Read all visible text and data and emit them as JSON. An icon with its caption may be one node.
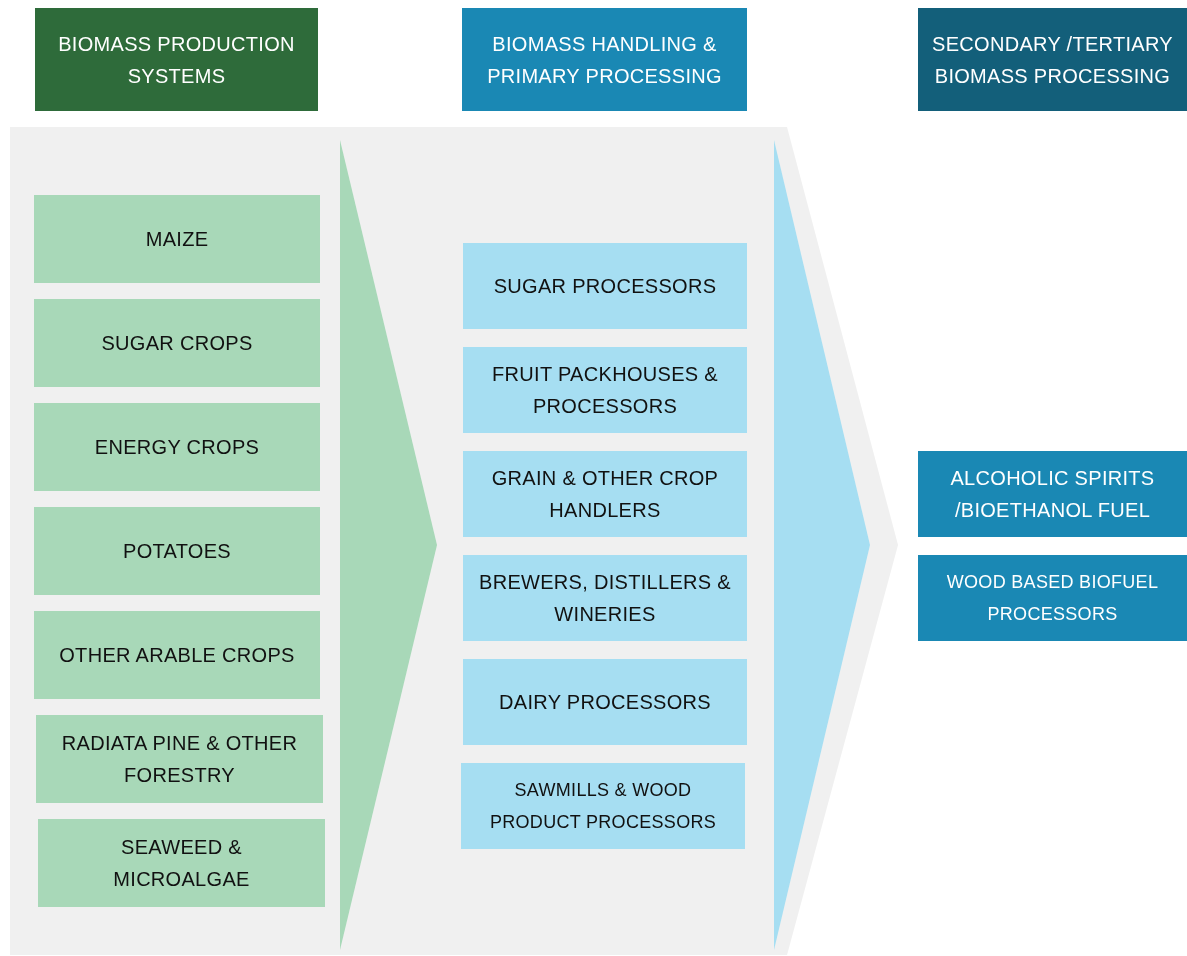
{
  "diagram": {
    "nodes": [
      {
        "text": [
          "BIOMASS PRODUCTION SYSTEMS"
        ]
      },
      {
        "text": [
          "BIOMASS HANDLING & PRIMARY PROCESSING"
        ]
      },
      {
        "text": [
          "SECONDARY /TERTIARY BIOMASS PROCESSING"
        ]
      },
      {
        "text": [
          "MAIZE"
        ]
      },
      {
        "text": [
          "SUGAR CROPS"
        ]
      },
      {
        "text": [
          "ENERGY CROPS"
        ]
      },
      {
        "text": [
          "POTATOES"
        ]
      },
      {
        "text": [
          "OTHER ARABLE CROPS"
        ]
      },
      {
        "text": [
          "RADIATA PINE & OTHER FORESTRY"
        ]
      },
      {
        "text": [
          "SEAWEED & MICROALGAE"
        ]
      },
      {
        "text": [
          "SUGAR PROCESSORS"
        ]
      },
      {
        "text": [
          "FRUIT PACKHOUSES & PROCESSORS"
        ]
      },
      {
        "text": [
          "GRAIN & OTHER CROP HANDLERS"
        ]
      },
      {
        "text": [
          "BREWERS, DISTILLERS & WINERIES"
        ]
      },
      {
        "text": [
          "DAIRY PROCESSORS"
        ]
      },
      {
        "text": [
          "SAWMILLS & WOOD PRODUCT PROCESSORS"
        ]
      },
      {
        "text": [
          "ALCOHOLIC SPIRITS /BIOETHANOL FUEL"
        ]
      },
      {
        "text": [
          "WOOD BASED BIOFUEL PROCESSORS"
        ]
      }
    ]
  }
}
